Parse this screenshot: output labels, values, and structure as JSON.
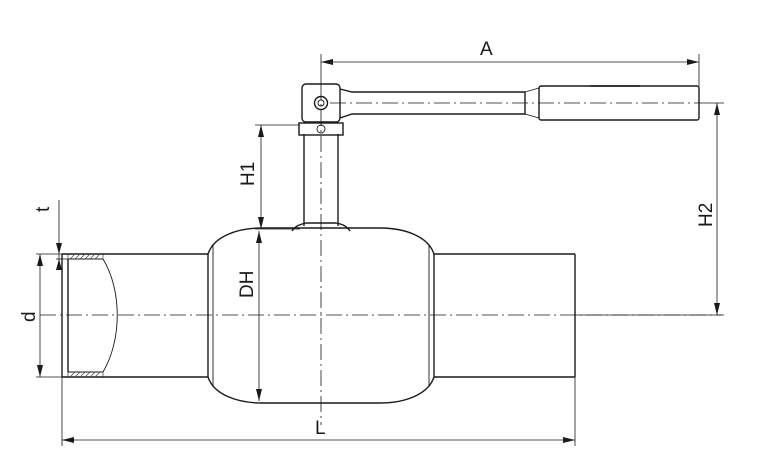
{
  "labels": {
    "A": "A",
    "H1": "H1",
    "H2": "H2",
    "t": "t",
    "d": "d",
    "DH": "DH",
    "L": "L"
  }
}
